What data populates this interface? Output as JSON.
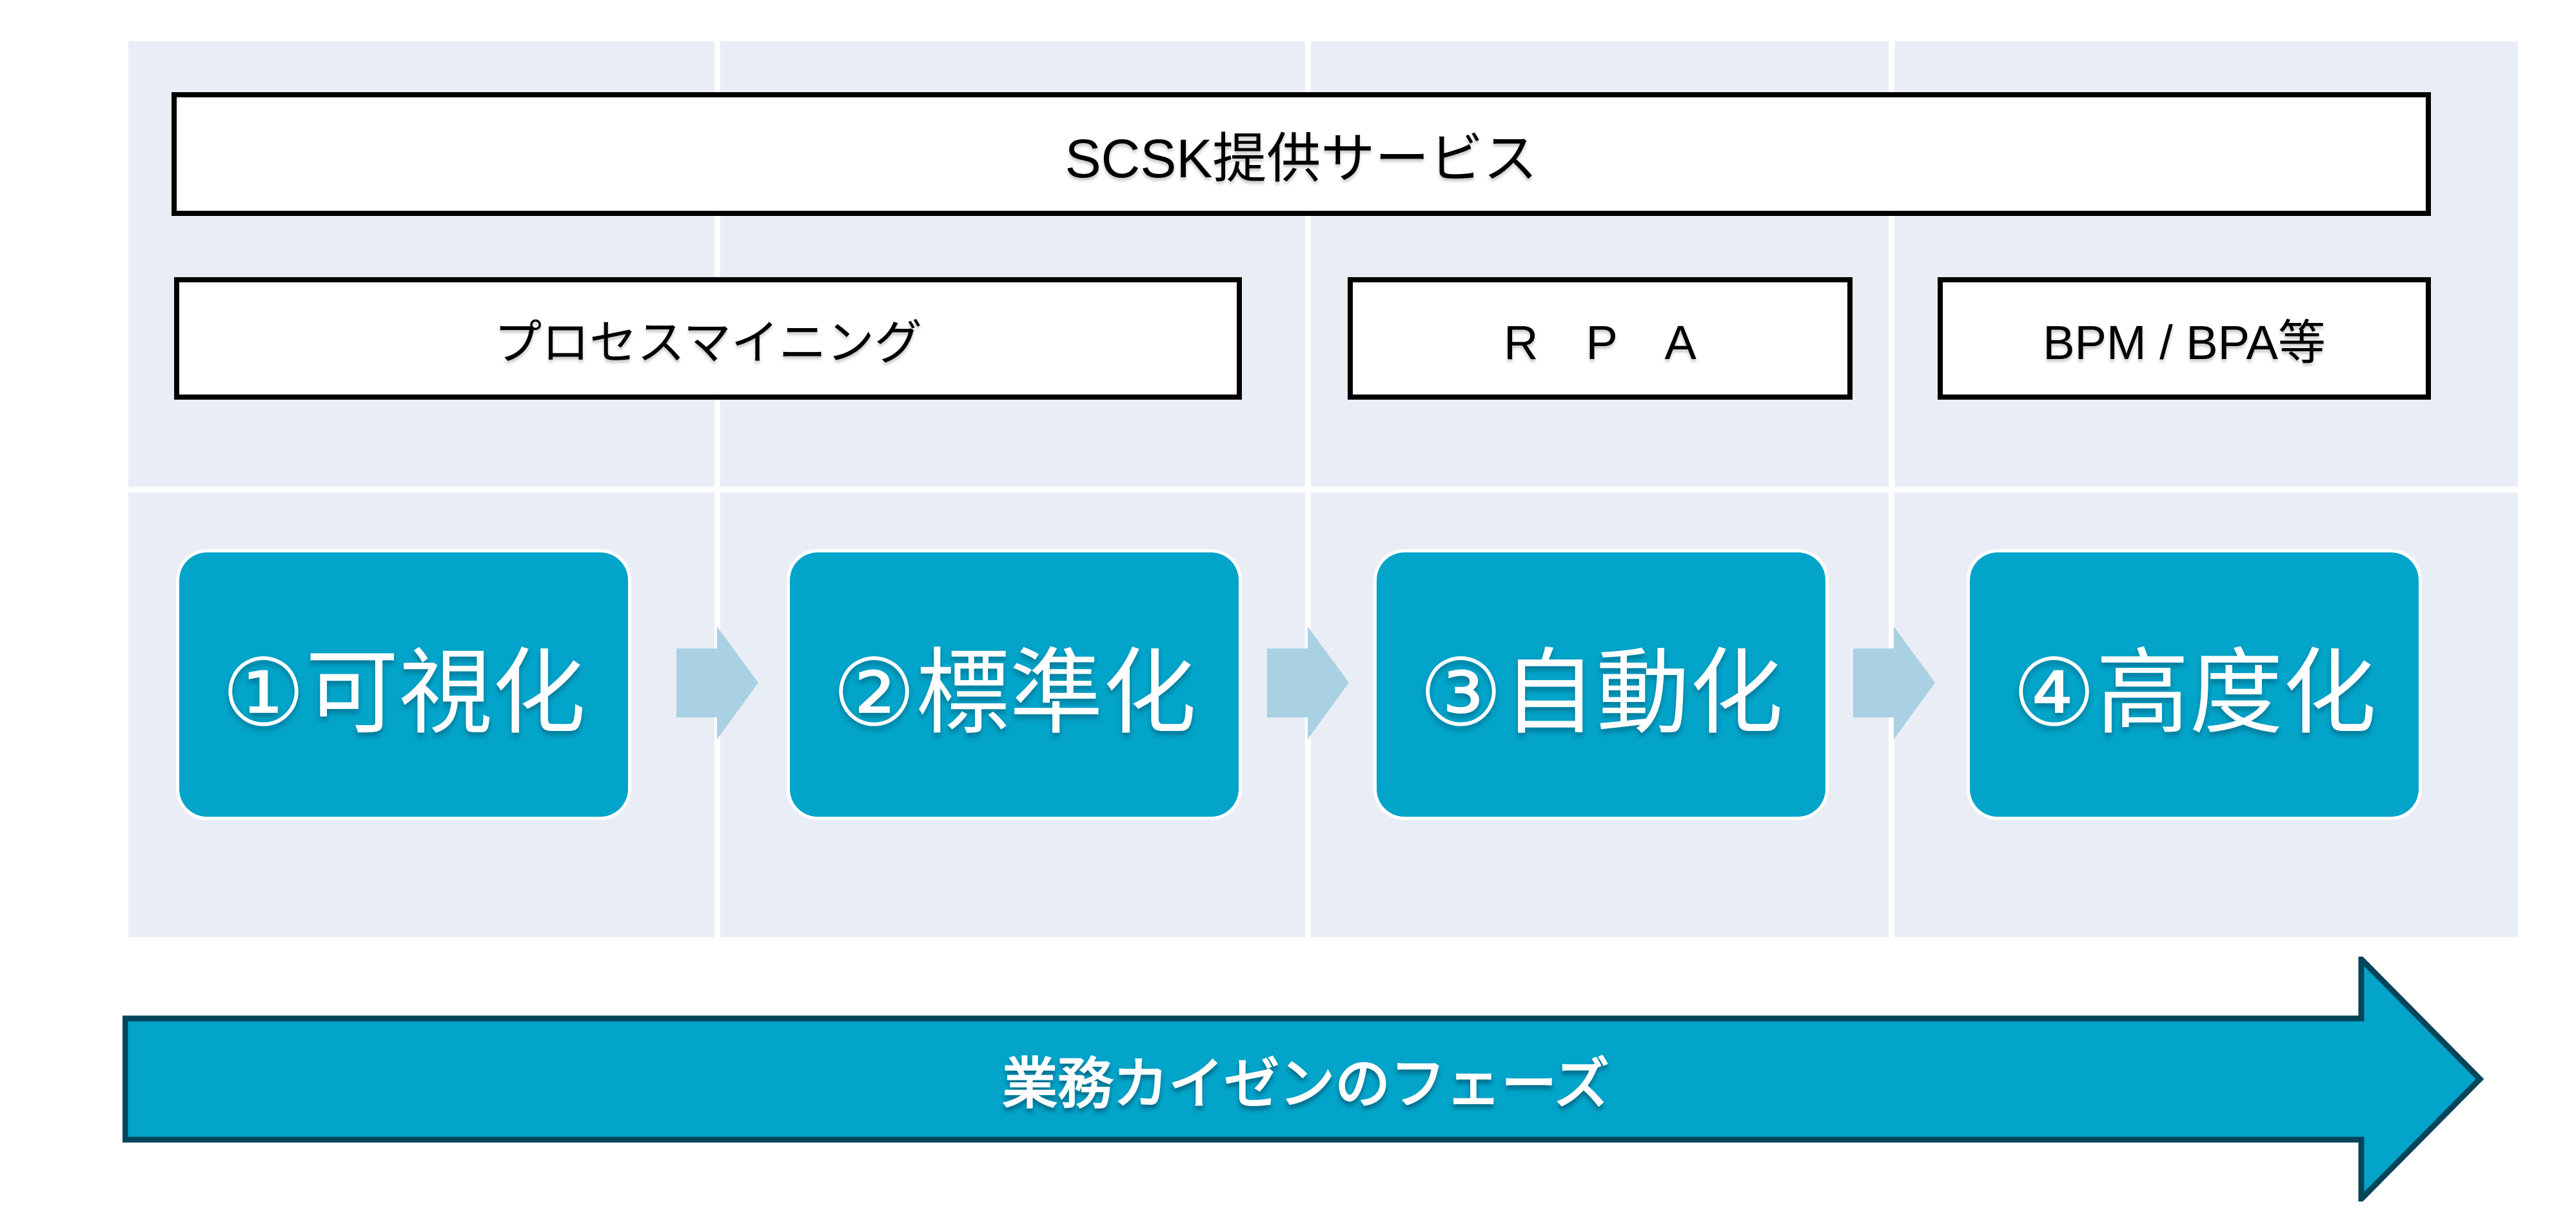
{
  "colors": {
    "teal": "#02a4c9",
    "arrow_outline": "#05455b",
    "small_arrow": "#aad0e3",
    "panel_bg": "#e9eef6",
    "box_border": "#000000",
    "text_dark": "#000000",
    "text_light": "#ffffff"
  },
  "header": {
    "title": "SCSK提供サービス"
  },
  "services": [
    {
      "label": "プロセスマイニング"
    },
    {
      "label": "R　P　A"
    },
    {
      "label": "BPM / BPA等"
    }
  ],
  "phases": [
    {
      "label": "①可視化"
    },
    {
      "label": "②標準化"
    },
    {
      "label": "③自動化"
    },
    {
      "label": "④高度化"
    }
  ],
  "bottom_arrow": {
    "label": "業務カイゼンのフェーズ"
  }
}
